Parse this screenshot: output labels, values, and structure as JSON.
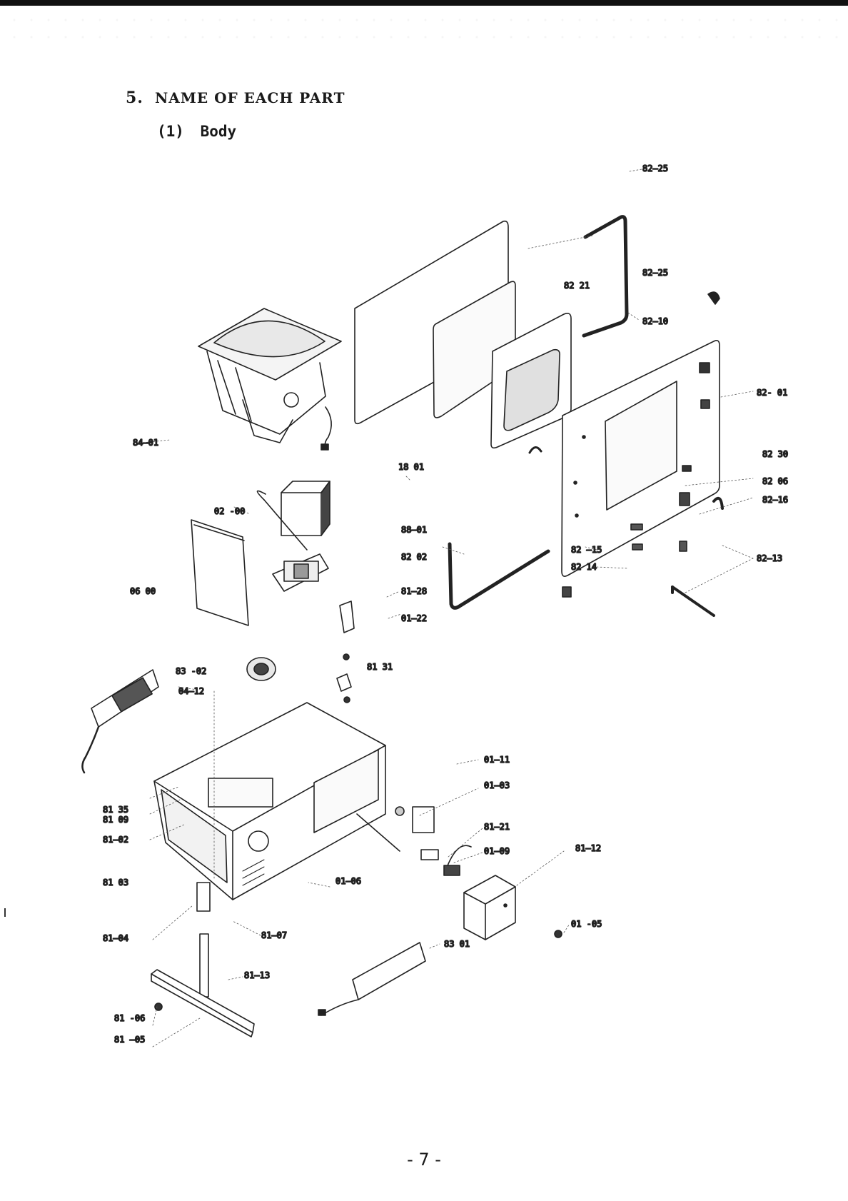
{
  "section": {
    "number": "5.",
    "title": "NAME OF EACH PART"
  },
  "subsection": {
    "number": "(1)",
    "title": "Body"
  },
  "page_number": "- 7 -",
  "callouts": [
    {
      "id": "c1",
      "text": "82—25"
    },
    {
      "id": "c2",
      "text": "82—25"
    },
    {
      "id": "c3",
      "text": "82 21"
    },
    {
      "id": "c4",
      "text": "82—10"
    },
    {
      "id": "c5",
      "text": "82- 01"
    },
    {
      "id": "c6",
      "text": "84—01"
    },
    {
      "id": "c7",
      "text": "18 01"
    },
    {
      "id": "c8",
      "text": "82 30"
    },
    {
      "id": "c9",
      "text": "82 06"
    },
    {
      "id": "c10",
      "text": "82—16"
    },
    {
      "id": "c11",
      "text": "02 -00"
    },
    {
      "id": "c12",
      "text": "88—01"
    },
    {
      "id": "c13",
      "text": "82 02"
    },
    {
      "id": "c14",
      "text": "82 —15"
    },
    {
      "id": "c15",
      "text": "82 14"
    },
    {
      "id": "c16",
      "text": "82—13"
    },
    {
      "id": "c17",
      "text": "06 00"
    },
    {
      "id": "c18",
      "text": "81—28"
    },
    {
      "id": "c19",
      "text": "01—22"
    },
    {
      "id": "c20",
      "text": "81 31"
    },
    {
      "id": "c21",
      "text": "83 -02"
    },
    {
      "id": "c22",
      "text": "04—12"
    },
    {
      "id": "c23",
      "text": "01—11"
    },
    {
      "id": "c24",
      "text": "01—03"
    },
    {
      "id": "c25",
      "text": "81 35"
    },
    {
      "id": "c26",
      "text": "81 09"
    },
    {
      "id": "c27",
      "text": "81—02"
    },
    {
      "id": "c28",
      "text": "81—21"
    },
    {
      "id": "c29",
      "text": "01—09"
    },
    {
      "id": "c30",
      "text": "81—12"
    },
    {
      "id": "c31",
      "text": "81 03"
    },
    {
      "id": "c32",
      "text": "01—06"
    },
    {
      "id": "c33",
      "text": "81—04"
    },
    {
      "id": "c34",
      "text": "81—07"
    },
    {
      "id": "c35",
      "text": "83 01"
    },
    {
      "id": "c36",
      "text": "01 -05"
    },
    {
      "id": "c37",
      "text": "81—13"
    },
    {
      "id": "c38",
      "text": "81 -06"
    },
    {
      "id": "c39",
      "text": "81 —05"
    }
  ]
}
